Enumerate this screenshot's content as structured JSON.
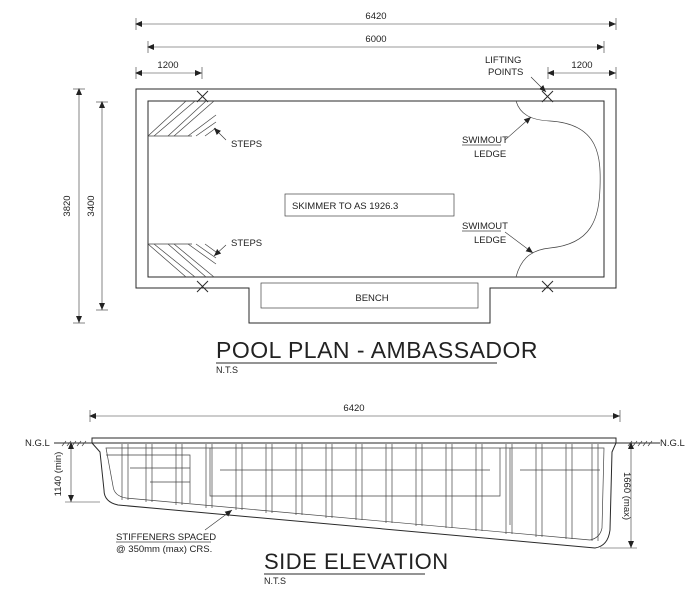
{
  "plan": {
    "title": "POOL PLAN - AMBASSADOR",
    "scale": "N.T.S",
    "dim_overall_length": "6420",
    "dim_inner_length": "6000",
    "dim_left_step": "1200",
    "dim_right_ledge": "1200",
    "dim_overall_width": "3820",
    "dim_inner_width": "3400",
    "label_lifting_1": "LIFTING",
    "label_lifting_2": "POINTS",
    "label_steps_top": "STEPS",
    "label_steps_bottom": "STEPS",
    "label_swimout_top_1": "SWIMOUT",
    "label_swimout_top_2": "LEDGE",
    "label_swimout_bottom_1": "SWIMOUT",
    "label_swimout_bottom_2": "LEDGE",
    "label_skimmer": "SKIMMER TO AS 1926.3",
    "label_bench": "BENCH"
  },
  "elevation": {
    "title": "SIDE ELEVATION",
    "scale": "N.T.S",
    "dim_overall_length": "6420",
    "ngl_left": "N.G.L",
    "ngl_right": "N.G.L",
    "depth_min": "1140 (min)",
    "depth_max": "1660 (max)",
    "stiffeners_1": "STIFFENERS SPACED",
    "stiffeners_2": "@ 350mm (max) CRS."
  }
}
